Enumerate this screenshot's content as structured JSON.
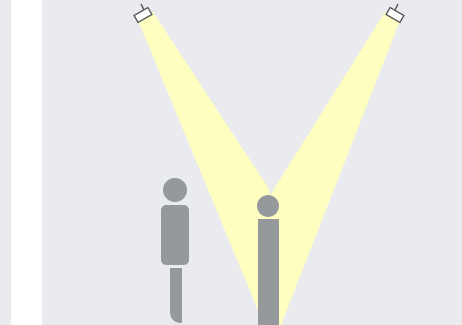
{
  "diagram": {
    "colors": {
      "page_background": "#ffffff",
      "side_panel": "#e9ebee",
      "stage_background": "#e9ebee",
      "light_beam": "#fefec1",
      "person": "#95999b",
      "fixture_outline": "#56595b",
      "fixture_fill": "#ffffff"
    },
    "elements": {
      "spotlights": [
        "spotlight-left",
        "spotlight-right"
      ],
      "light_beams": [
        "light-beam-left",
        "light-beam-right"
      ],
      "people": [
        "person-profile",
        "person-front"
      ]
    }
  }
}
